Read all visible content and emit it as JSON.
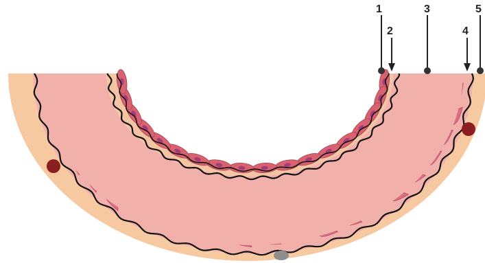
{
  "diagram": {
    "labels": [
      {
        "id": "1",
        "text": "1"
      },
      {
        "id": "2",
        "text": "2"
      },
      {
        "id": "3",
        "text": "3"
      },
      {
        "id": "4",
        "text": "4"
      },
      {
        "id": "5",
        "text": "5"
      }
    ]
  },
  "colors": {
    "background": "#ffffff",
    "adventitia": "#f6c9a0",
    "media": "#f2b0aa",
    "intima_layer": "#f3c5a3",
    "endothelium": "#d8626f",
    "smooth_muscle_cell": "#dd6f84",
    "nucleus": "#8a3aa8",
    "elastic_lamina": "#111111",
    "blood_vessel_dot": "#8b1e1e",
    "grey_dot": "#8e8e8e"
  }
}
